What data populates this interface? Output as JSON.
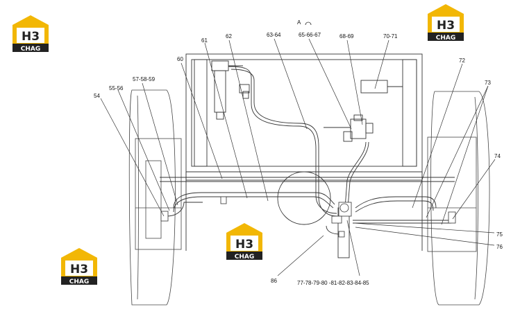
{
  "view_label": "A",
  "callouts": {
    "c54": "54",
    "c55": "55-56",
    "c57": "57-58-59",
    "c60": "60",
    "c61": "61",
    "c62": "62",
    "c63": "63-64",
    "c65": "65-66-67",
    "c68": "68-69",
    "c70": "70-71",
    "c72": "72",
    "c73": "73",
    "c74": "74",
    "c75": "75",
    "c76": "76",
    "c77": "77-78-79-80 -81-82-83-84-85",
    "c86": "86"
  },
  "logo": {
    "letters": "H3",
    "word": "CHAG",
    "colors": {
      "yellow": "#f2b705",
      "dark": "#222222",
      "white": "#ffffff"
    }
  },
  "colors": {
    "line": "#333333",
    "bg": "#ffffff"
  }
}
